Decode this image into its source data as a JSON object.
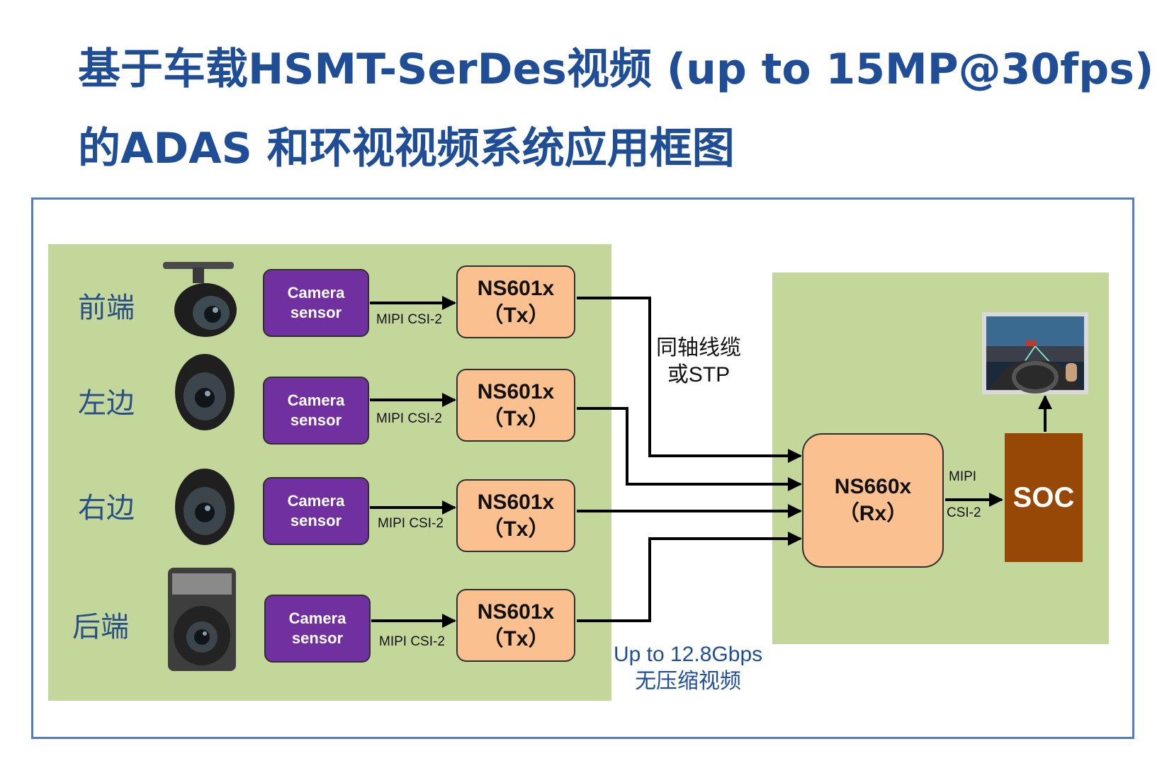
{
  "title": {
    "line1": "基于车载HSMT-SerDes视频 (up to 15MP@30fps)",
    "line2": "的ADAS 和环视视频系统应用框图"
  },
  "cameras": [
    {
      "position": "前端",
      "sensor_line1": "Camera",
      "sensor_line2": "sensor",
      "link": "MIPI CSI-2",
      "tx_name": "NS601x",
      "tx_role": "（Tx）"
    },
    {
      "position": "左边",
      "sensor_line1": "Camera",
      "sensor_line2": "sensor",
      "link": "MIPI CSI-2",
      "tx_name": "NS601x",
      "tx_role": "（Tx）"
    },
    {
      "position": "右边",
      "sensor_line1": "Camera",
      "sensor_line2": "sensor",
      "link": "MIPI CSI-2",
      "tx_name": "NS601x",
      "tx_role": "（Tx）"
    },
    {
      "position": "后端",
      "sensor_line1": "Camera",
      "sensor_line2": "sensor",
      "link": "MIPI CSI-2",
      "tx_name": "NS601x",
      "tx_role": "（Tx）"
    }
  ],
  "cable": {
    "line1": "同轴线缆",
    "line2": "或STP"
  },
  "bandwidth": {
    "line1": "Up to 12.8Gbps",
    "line2": "无压缩视频"
  },
  "receiver": {
    "name": "NS660x",
    "role": "（Rx）"
  },
  "output_link": {
    "line1": "MIPI",
    "line2": "CSI-2"
  },
  "soc": {
    "label": "SOC"
  },
  "colors": {
    "title": "#1f4e96",
    "panel": "#c4d79b",
    "sensor": "#7030a0",
    "serdes": "#fac090",
    "soc": "#974706",
    "frame": "#4f7fc1"
  }
}
